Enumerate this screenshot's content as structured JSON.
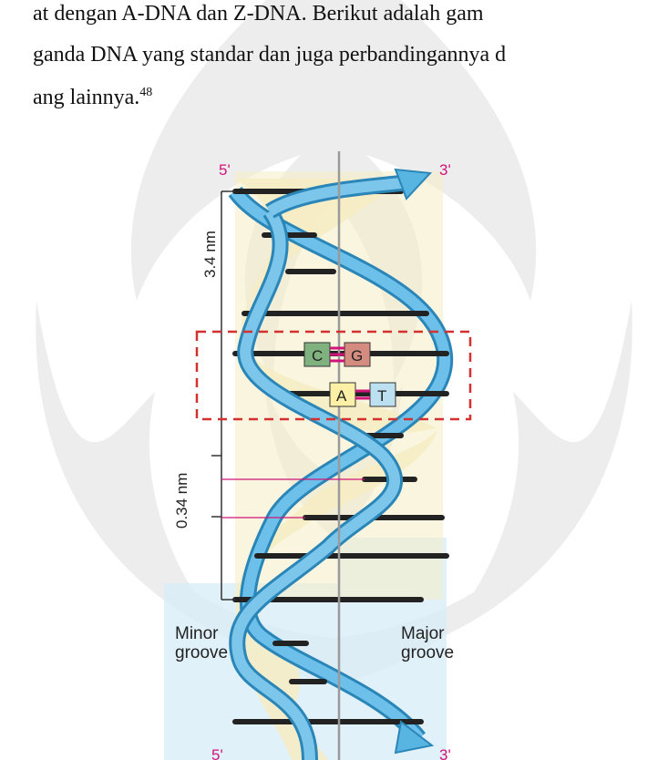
{
  "paragraph": {
    "line1": "at dengan A-DNA dan Z-DNA.   Berikut adalah gam",
    "line2": "ganda DNA yang standar dan juga perbandingannya d",
    "line3": "ang lainnya.",
    "footnote_ref": "48"
  },
  "figure": {
    "strand_top_left": "5'",
    "strand_top_right": "3'",
    "strand_bottom_left": "5'",
    "strand_bottom_right": "3'",
    "pitch_label": "3.4 nm",
    "rise_label": "0.34 nm",
    "base_c": "C",
    "base_g": "G",
    "base_a": "A",
    "base_t": "T",
    "minor_groove_line1": "Minor",
    "minor_groove_line2": "groove",
    "major_groove_line1": "Major",
    "major_groove_line2": "groove"
  },
  "colors": {
    "backbone": "#58b4e0",
    "backbone_edge": "#2b86b8",
    "base_rung": "#222222",
    "label_magenta": "#d0147a",
    "hydrogen_bond": "#d0147a",
    "c_fill": "#7fb27f",
    "g_fill": "#d48c80",
    "a_fill": "#fbf0a6",
    "t_fill": "#bde0f0",
    "core_fill": "#f6ecc2",
    "groove_blue": "#cfe8f5",
    "watermark": "#ededed"
  }
}
